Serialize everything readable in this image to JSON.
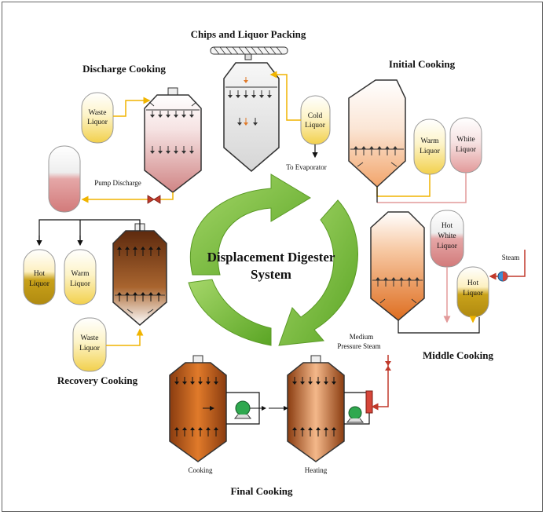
{
  "center": {
    "line1": "Displacement Digester",
    "line2": "System"
  },
  "stages": {
    "chips_packing": "Chips and Liquor Packing",
    "discharge": "Discharge Cooking",
    "initial": "Initial Cooking",
    "middle": "Middle Cooking",
    "final": "Final Cooking",
    "recovery": "Recovery Cooking"
  },
  "tanks": {
    "discharge_waste": {
      "l1": "Waste",
      "l2": "Liquor"
    },
    "packing_cold": {
      "l1": "Cold",
      "l2": "Liquor"
    },
    "initial_warm": {
      "l1": "Warm",
      "l2": "Liquor"
    },
    "initial_white": {
      "l1": "White",
      "l2": "Liquor"
    },
    "middle_hot_white": {
      "l1": "Hot",
      "l2": "White",
      "l3": "Liquor"
    },
    "middle_hot": {
      "l1": "Hot",
      "l2": "Liquor"
    },
    "recovery_hot": {
      "l1": "Hot",
      "l2": "Liquor"
    },
    "recovery_warm": {
      "l1": "Warm",
      "l2": "Liquor"
    },
    "recovery_waste": {
      "l1": "Waste",
      "l2": "Liquor"
    }
  },
  "labels": {
    "pump_discharge": "Pump Discharge",
    "to_evaporator": "To Evaporator",
    "steam": "Steam",
    "medium_pressure_steam_1": "Medium",
    "medium_pressure_steam_2": "Pressure Steam",
    "cooking": "Cooking",
    "heating": "Heating"
  },
  "colors": {
    "yellow_liquor": "#f5d65a",
    "pink_liquor": "#e8a4a4",
    "brown_dark": "#7a3b14",
    "orange_cook": "#e07a2a",
    "cycle_arrow": "#7ec242",
    "pipe_red": "#c0392b",
    "pipe_yellow": "#f0b400"
  }
}
